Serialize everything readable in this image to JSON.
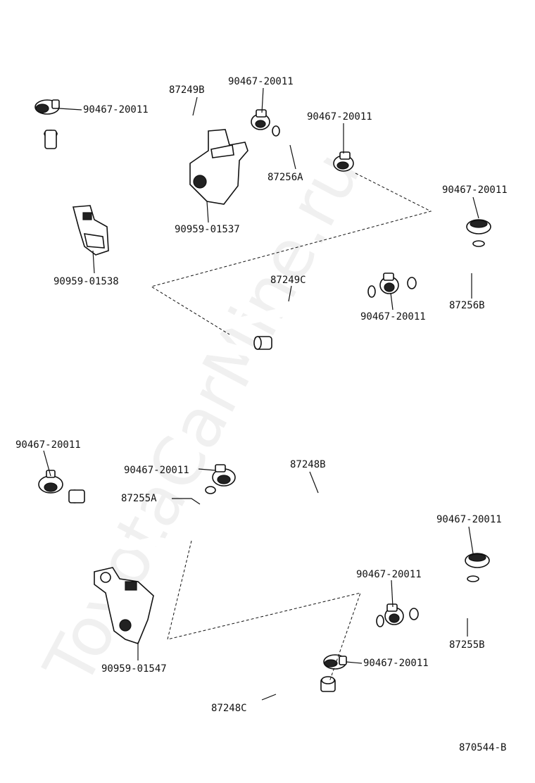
{
  "watermark": "ToyotaCarMine.ru",
  "diagram_code": "870544-B",
  "labels": {
    "clip_a": "90467-20011",
    "clip_b": "90467-20011",
    "clip_c": "90467-20011",
    "clip_d": "90467-20011",
    "clip_e": "90467-20011",
    "clip_f": "90467-20011",
    "clip_g": "90467-20011",
    "clip_h": "90467-20011",
    "clip_i": "90467-20011",
    "clip_j": "90467-20011",
    "hose_87249b": "87249B",
    "hose_87256a": "87256A",
    "bracket_01537": "90959-01537",
    "bracket_01538": "90959-01538",
    "hose_87249c": "87249C",
    "hose_87256b": "87256B",
    "hose_87248b": "87248B",
    "hose_87255a": "87255A",
    "bracket_01547": "90959-01547",
    "hose_87255b": "87255B",
    "hose_87248c": "87248C"
  }
}
